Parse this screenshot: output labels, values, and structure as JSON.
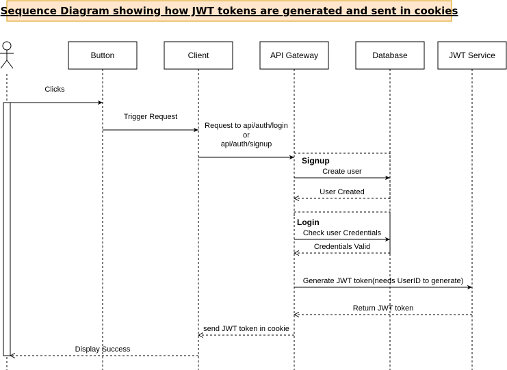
{
  "title": "Sequence Diagram showing how JWT tokens are generated and sent in cookies",
  "colors": {
    "title_bg": "#ffe6cc",
    "title_border": "#d79b00",
    "line": "#000000"
  },
  "participants": [
    {
      "id": "user",
      "label": "",
      "icon": "actor-stick-figure-icon"
    },
    {
      "id": "button",
      "label": "Button"
    },
    {
      "id": "client",
      "label": "Client"
    },
    {
      "id": "gateway",
      "label": "API Gateway"
    },
    {
      "id": "database",
      "label": "Database"
    },
    {
      "id": "jwt",
      "label": "JWT Service"
    }
  ],
  "messages": [
    {
      "from": "user",
      "to": "button",
      "style": "solid",
      "lines": [
        "Clicks"
      ]
    },
    {
      "from": "button",
      "to": "client",
      "style": "solid",
      "lines": [
        "Trigger Request"
      ]
    },
    {
      "from": "client",
      "to": "gateway",
      "style": "solid",
      "lines": [
        "Request to api/auth/login",
        "or",
        "api/auth/signup"
      ]
    },
    {
      "from": "gateway",
      "to": "database",
      "style": "solid",
      "lines": [
        "Create user"
      ]
    },
    {
      "from": "database",
      "to": "gateway",
      "style": "dashed",
      "lines": [
        "User Created"
      ]
    },
    {
      "from": "gateway",
      "to": "database",
      "style": "solid",
      "lines": [
        "Check user Credentials"
      ]
    },
    {
      "from": "database",
      "to": "gateway",
      "style": "dashed",
      "lines": [
        "Credentials Valid"
      ]
    },
    {
      "from": "gateway",
      "to": "jwt",
      "style": "solid",
      "lines": [
        "Generate JWT token(needs UserID to generate)"
      ]
    },
    {
      "from": "jwt",
      "to": "gateway",
      "style": "dashed",
      "lines": [
        "Return JWT token"
      ]
    },
    {
      "from": "gateway",
      "to": "client",
      "style": "dashed",
      "lines": [
        "send JWT token in cookie"
      ]
    },
    {
      "from": "client",
      "to": "user",
      "style": "dashed",
      "lines": [
        "Display Success"
      ]
    }
  ],
  "fragments": [
    {
      "label": "Signup"
    },
    {
      "label": "Login"
    }
  ]
}
